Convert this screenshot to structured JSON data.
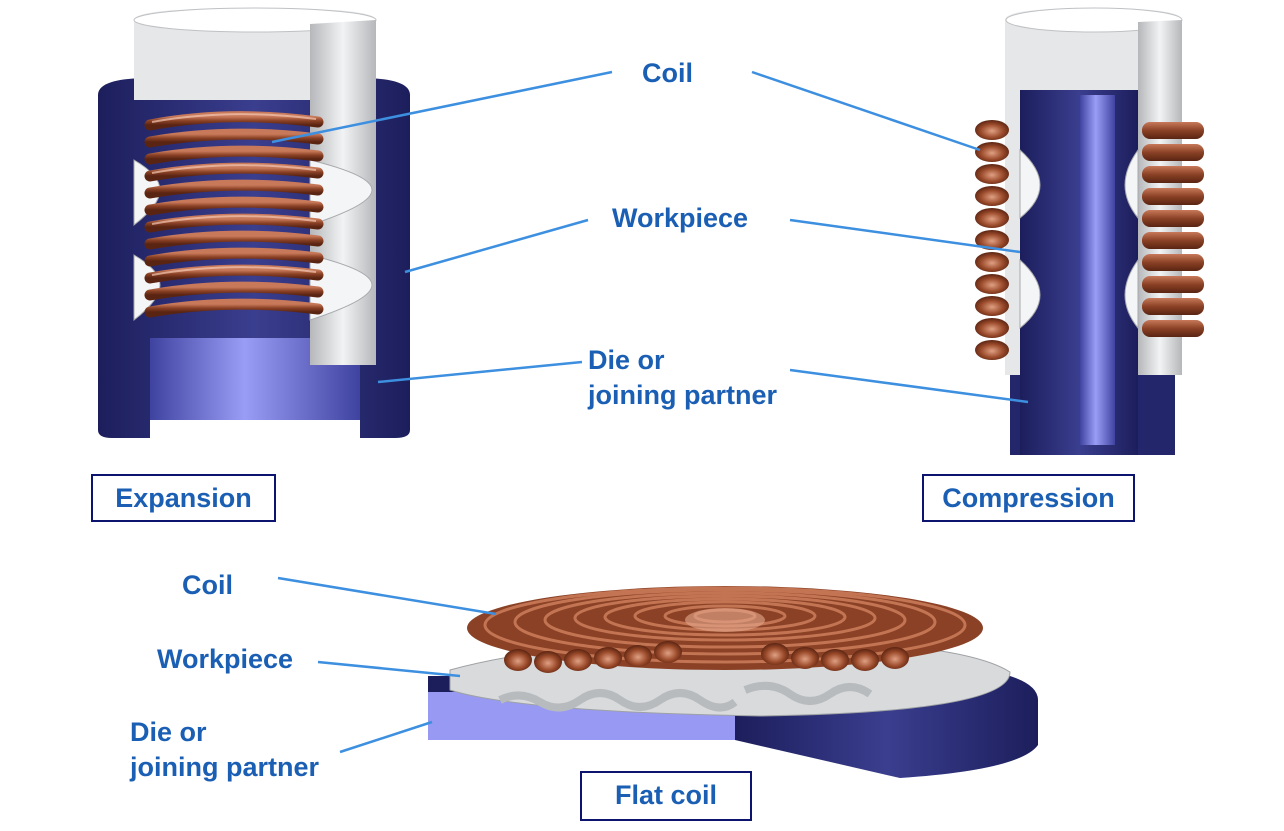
{
  "labels": {
    "coil_top": "Coil",
    "workpiece_top": "Workpiece",
    "die_top_line1": "Die or",
    "die_top_line2": "joining partner",
    "coil_bottom": "Coil",
    "workpiece_bottom": "Workpiece",
    "die_bottom_line1": "Die or",
    "die_bottom_line2": "joining partner"
  },
  "captions": {
    "expansion": "Expansion",
    "compression": "Compression",
    "flat_coil": "Flat coil"
  },
  "colors": {
    "label_text": "#1a5fb4",
    "leader_line": "#3d8fe0",
    "caption_border": "#0d1470",
    "die_navy": "#2c2f78",
    "die_inner": "#8c8ff0",
    "workpiece": "#d8dadc",
    "copper": "#8a4125"
  }
}
